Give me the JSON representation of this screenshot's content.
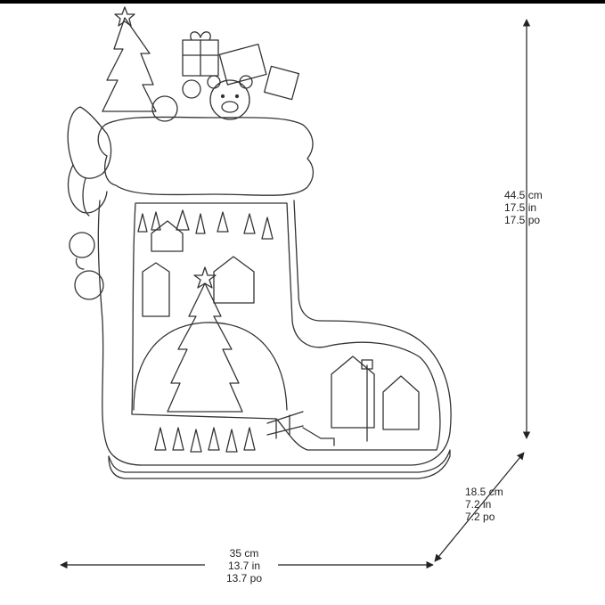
{
  "image": {
    "subject": "illustration",
    "line_color": "#333333",
    "background_color": "#ffffff"
  },
  "dimensions": {
    "height": {
      "cm": "44.5 cm",
      "in": "17.5 in",
      "po": "17.5 po"
    },
    "depth": {
      "cm": "18.5 cm",
      "in": "7.2 in",
      "po": "7.2 po"
    },
    "width": {
      "cm": "35 cm",
      "in": "13.7 in",
      "po": "13.7 po"
    }
  }
}
